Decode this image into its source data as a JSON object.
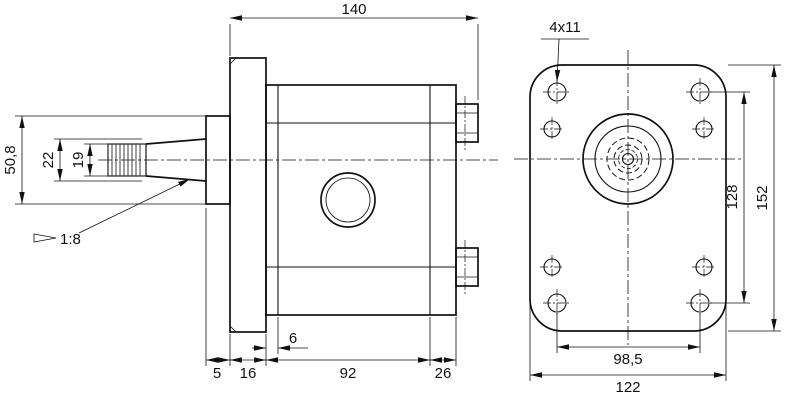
{
  "colors": {
    "line": "#111111",
    "background": "#ffffff"
  },
  "side_view": {
    "overall_length": "140",
    "pilot_diameter": "50,8",
    "shaft_major": "22",
    "shaft_minor": "19",
    "taper": "1:8",
    "pilot_protrusion": "5",
    "flange_thickness": "16",
    "front_plate": "6",
    "body_length": "92",
    "rear_length": "26"
  },
  "front_view": {
    "mount_holes": "4x11",
    "hole_pitch_vertical": "128",
    "flange_height": "152",
    "hole_pitch_horizontal": "98,5",
    "flange_width": "122"
  }
}
